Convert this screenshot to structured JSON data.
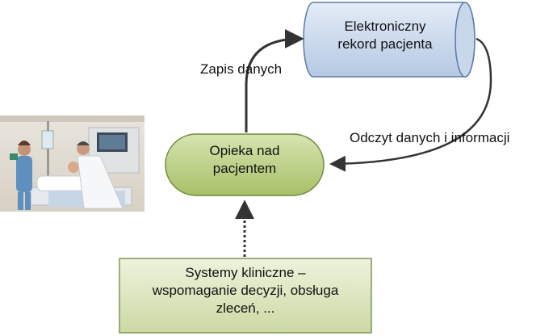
{
  "nodes": {
    "ehr": {
      "line1": "Elektroniczny",
      "line2": "rekord pacjenta"
    },
    "care": {
      "line1": "Opieka nad",
      "line2": "pacjentem"
    },
    "clinical": {
      "line1": "Systemy kliniczne –",
      "line2": "wspomaganie decyzji, obsługa",
      "line3": "zleceń, ..."
    }
  },
  "edges": {
    "write": "Zapis danych",
    "read": "Odczyt danych i informacji"
  },
  "colors": {
    "cylinder_fill_top": "#e4ecf7",
    "cylinder_fill_bottom": "#b5c9e3",
    "cylinder_stroke": "#5b79a6",
    "care_fill_top": "#d7e4b1",
    "care_fill_bottom": "#a7c067",
    "care_stroke": "#6f8a3a",
    "clinical_fill_top": "#eef3dd",
    "clinical_fill_bottom": "#cbd9a3",
    "clinical_stroke": "#7f9555",
    "arrow": "#333333"
  },
  "image": {
    "description": "photo-hospital-room-icon"
  }
}
